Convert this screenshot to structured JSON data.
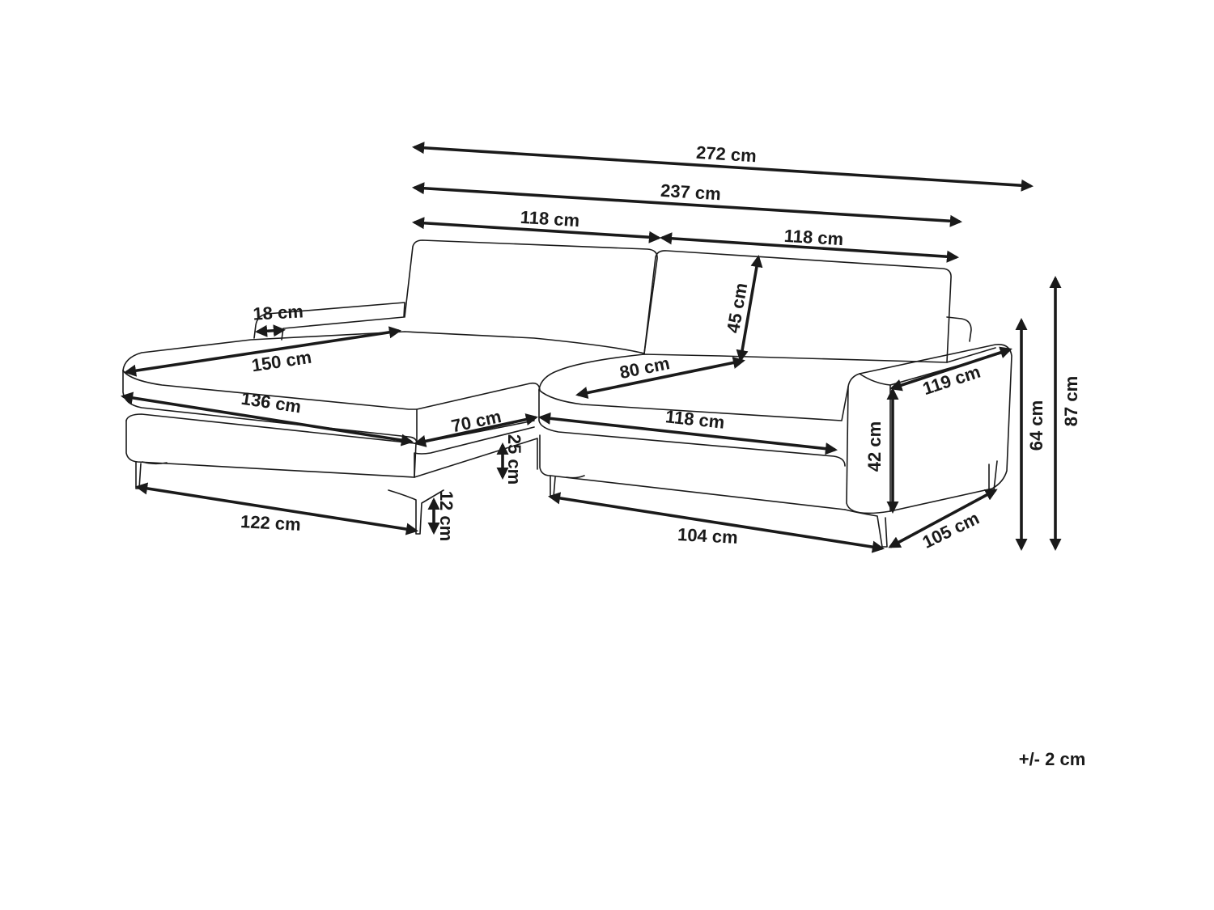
{
  "dimensions": {
    "overall_length": "272 cm",
    "back_length": "237 cm",
    "back_section_left": "118 cm",
    "back_section_right": "118 cm",
    "backrest_height": "45 cm",
    "chaise_armrest_width": "18 cm",
    "chaise_diagonal": "150 cm",
    "seat_depth": "80 cm",
    "armrest_length": "119 cm",
    "chaise_front_length": "136 cm",
    "chaise_end_width": "70 cm",
    "seat_front_length": "118 cm",
    "seat_height_gap": "25 cm",
    "armrest_height": "42 cm",
    "seat_height": "64 cm",
    "total_height": "87 cm",
    "leg_height": "12 cm",
    "chaise_base_length": "122 cm",
    "base_length": "104 cm",
    "depth": "105 cm"
  },
  "tolerance": "+/- 2 cm",
  "colors": {
    "line": "#1a1a1a",
    "background": "#ffffff"
  }
}
